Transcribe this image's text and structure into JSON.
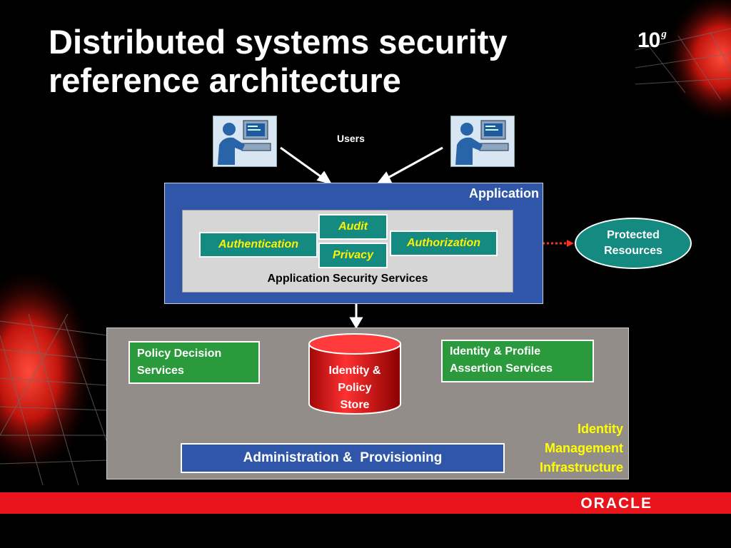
{
  "header": {
    "title_line1": "Distributed systems security",
    "title_line2": "reference architecture",
    "version": "10",
    "version_sup": "g"
  },
  "users": {
    "label": "Users"
  },
  "application": {
    "label": "Application",
    "security_services_label": "Application Security Services",
    "services": {
      "audit": "Audit",
      "authentication": "Authentication",
      "privacy": "Privacy",
      "authorization": "Authorization"
    }
  },
  "protected_resources": {
    "line1": "Protected",
    "line2": "Resources"
  },
  "identity_infra": {
    "label_line1": "Identity",
    "label_line2": "Management",
    "label_line3": "Infrastructure",
    "policy_decision_line1": "Policy Decision",
    "policy_decision_line2": "Services",
    "identity_profile_line1": "Identity & Profile",
    "identity_profile_line2": "Assertion Services",
    "store_line1": "Identity &",
    "store_line2": "Policy",
    "store_line3": "Store",
    "admin": "Administration &  Provisioning"
  },
  "footer": {
    "brand": "ORACLE"
  },
  "colors": {
    "background": "#000000",
    "app_blue": "#2f56a8",
    "teal": "#148a80",
    "green": "#2a9a3c",
    "accent_red": "#e8141c",
    "gray_panel": "#938d89",
    "yellow_text": "#ffff00"
  }
}
